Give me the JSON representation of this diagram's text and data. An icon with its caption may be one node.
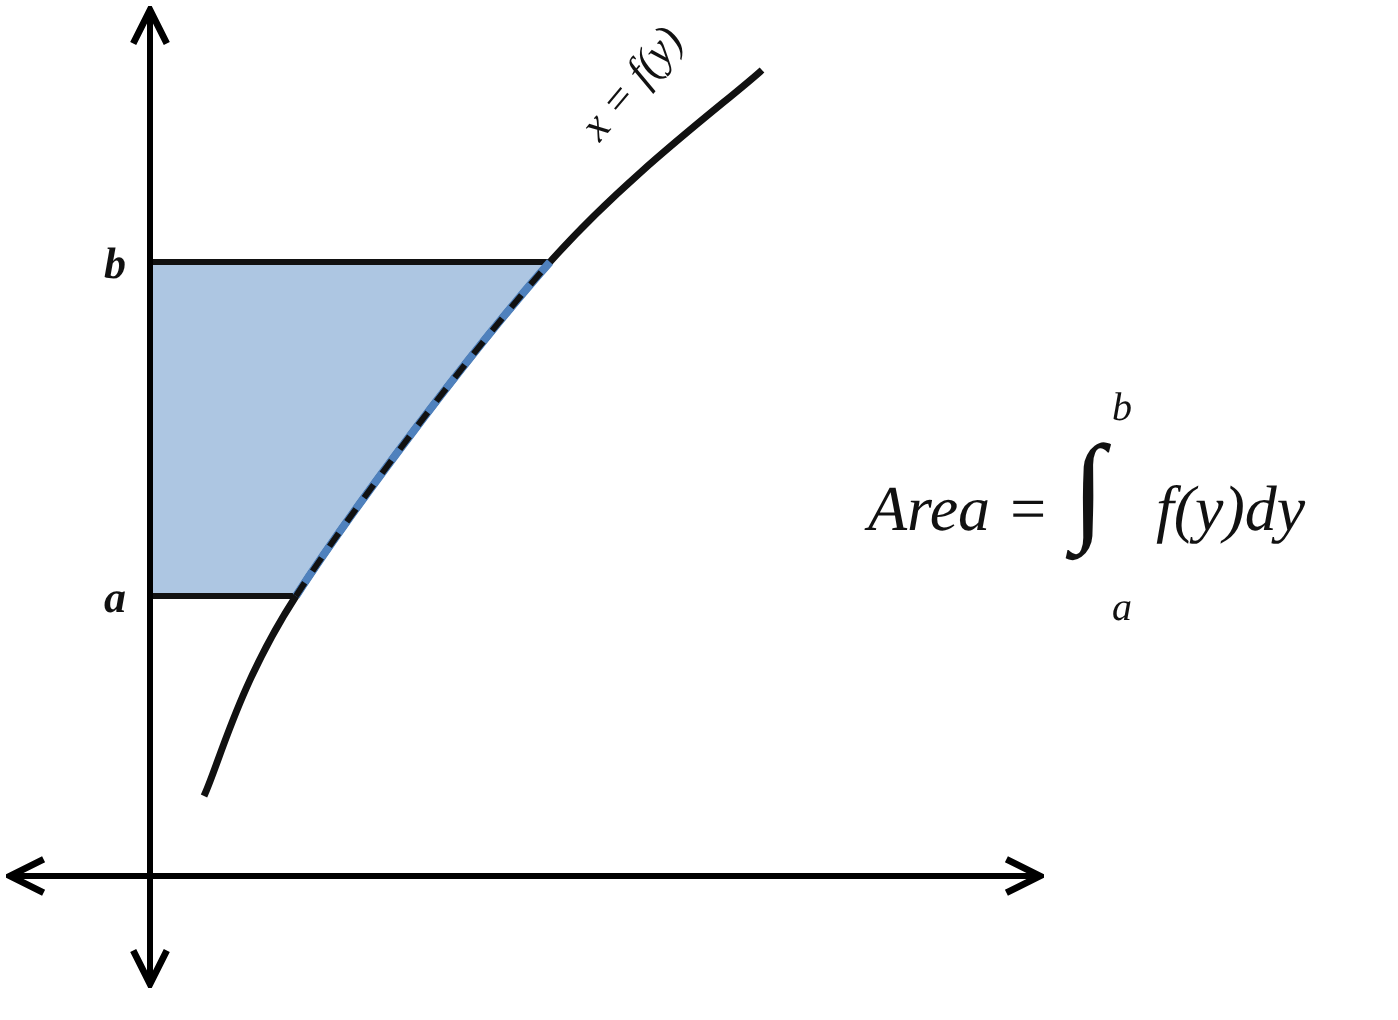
{
  "diagram": {
    "labels": [
      "b",
      "x = f(y)",
      "b",
      "Area =",
      "∫",
      "f(y)dy",
      "a",
      "a"
    ]
  }
}
